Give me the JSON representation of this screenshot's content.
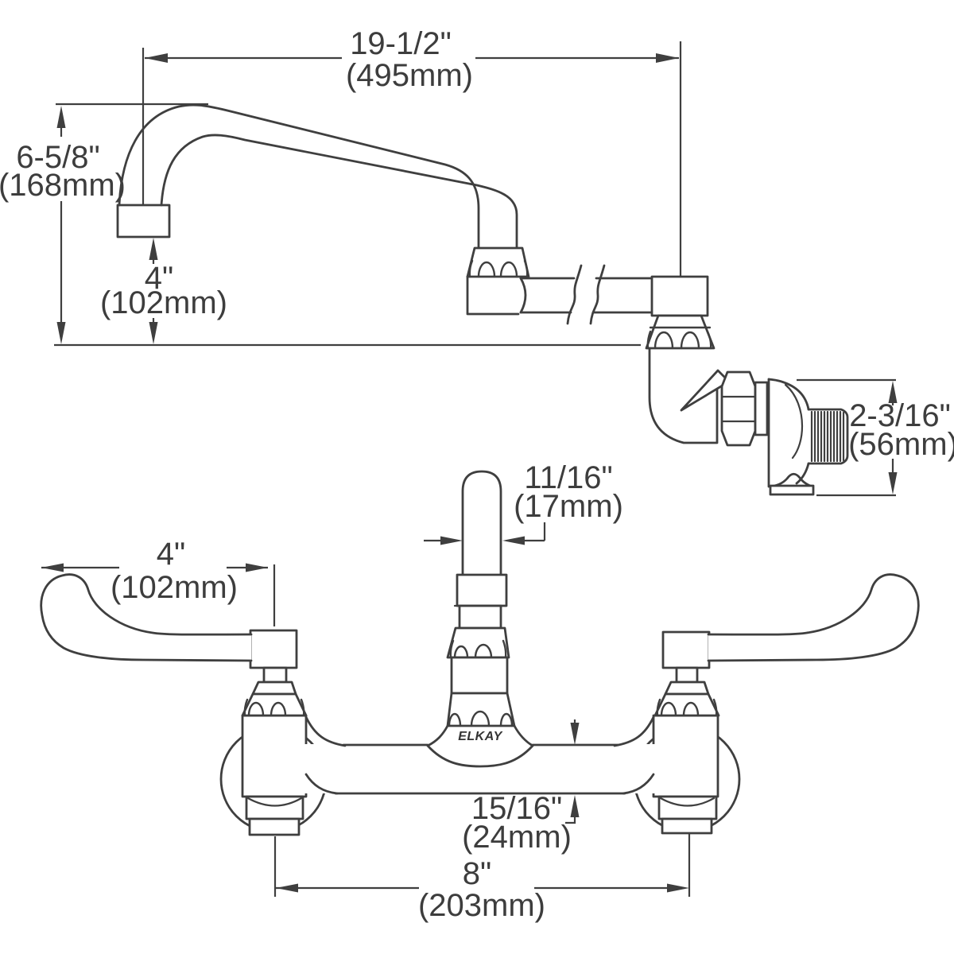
{
  "brand": "ELKAY",
  "dimensions": {
    "spout_reach": {
      "in": "19-1/2\"",
      "mm": "(495mm)"
    },
    "spout_height": {
      "in": "6-5/8\"",
      "mm": "(168mm)"
    },
    "outlet_height": {
      "in": "4\"",
      "mm": "(102mm)"
    },
    "supply_offset": {
      "in": "2-3/16\"",
      "mm": "(56mm)"
    },
    "riser_width": {
      "in": "11/16\"",
      "mm": "(17mm)"
    },
    "handle_length": {
      "in": "4\"",
      "mm": "(102mm)"
    },
    "body_thickness": {
      "in": "15/16\"",
      "mm": "(24mm)"
    },
    "faucet_centers": {
      "in": "8\"",
      "mm": "(203mm)"
    }
  },
  "colors": {
    "line": "#3f3f3f",
    "text": "#3d3d3d",
    "background": "#ffffff"
  }
}
